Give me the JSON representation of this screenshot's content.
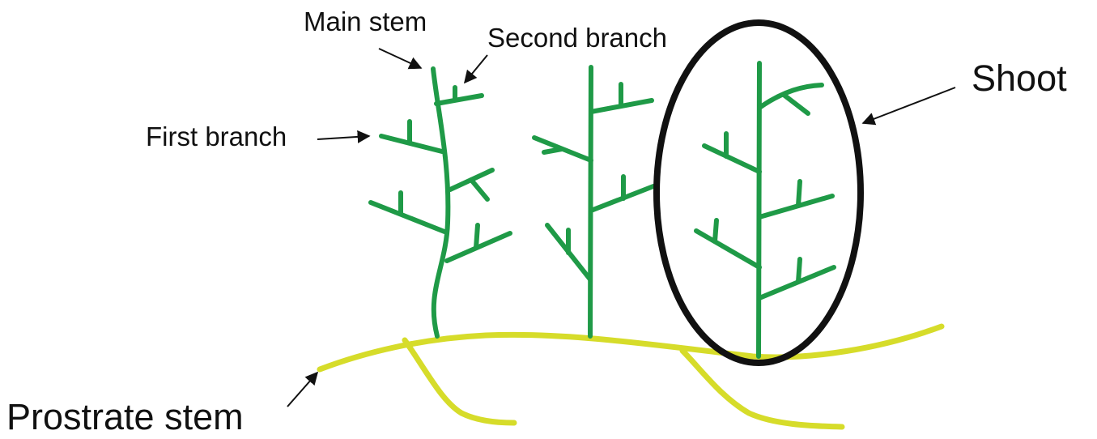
{
  "labels": {
    "main_stem": "Main stem",
    "second_branch": "Second branch",
    "first_branch": "First branch",
    "shoot": "Shoot",
    "prostrate_stem": "Prostrate stem"
  },
  "colors": {
    "shoot_green": "#1f9a47",
    "prostrate_yellow": "#d6dc2a",
    "outline_black": "#111111",
    "text": "#111111"
  }
}
